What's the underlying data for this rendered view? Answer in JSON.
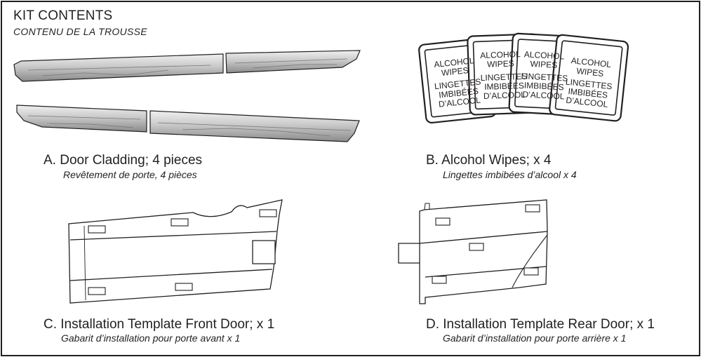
{
  "header": {
    "title": "KIT CONTENTS",
    "subtitle": "CONTENU DE LA TROUSSE"
  },
  "items": [
    {
      "caption": "A. Door Cladding; 4 pieces",
      "caption_fr": "Revêtement de porte, 4 pièces"
    },
    {
      "caption": "B. Alcohol Wipes; x 4",
      "caption_fr": "Lingettes imbibées d’alcool x 4"
    },
    {
      "caption": "C. Installation Template Front Door; x 1",
      "caption_fr": "Gabarit d’installation pour porte avant x 1"
    },
    {
      "caption": "D. Installation Template Rear Door; x 1",
      "caption_fr": "Gabarit d’installation pour porte arrière x 1"
    }
  ],
  "wipe_label": {
    "line1": "ALCOHOL",
    "line2": "WIPES",
    "line3": "LINGETTES",
    "line4": "IMBIBÉES",
    "line5": "D’ALCOOL"
  },
  "colors": {
    "ink": "#231f20",
    "cladding_light": "#e3e3e3",
    "cladding_mid": "#b9b9b9",
    "cladding_dark": "#8f8f8f"
  }
}
